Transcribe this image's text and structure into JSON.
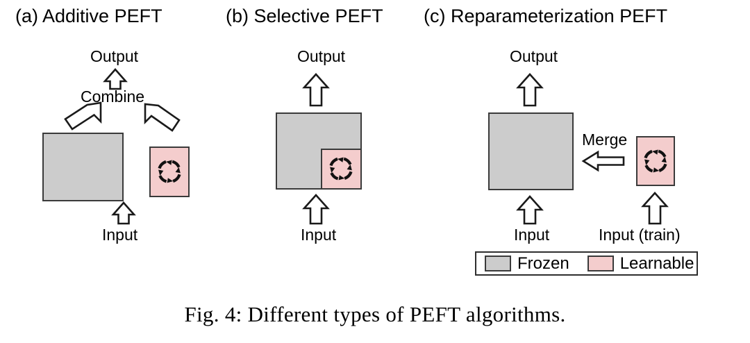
{
  "figure": {
    "caption": "Fig. 4: Different types of PEFT algorithms.",
    "background_color": "#ffffff",
    "frozen_color": "#cccccc",
    "learnable_color": "#f4cdcd",
    "outline_color": "#3a3a3a"
  },
  "panels": [
    {
      "id": "a",
      "title": "(a) Additive PEFT",
      "labels": {
        "output": "Output",
        "combine": "Combine",
        "input": "Input"
      },
      "blocks": [
        {
          "name": "frozen-block",
          "type": "frozen"
        },
        {
          "name": "learnable-block",
          "type": "learnable",
          "icon": "circular-arrows-icon"
        }
      ],
      "arrows": [
        {
          "name": "output-arrow",
          "direction": "up"
        },
        {
          "name": "combine-arrow-left",
          "direction": "up-right"
        },
        {
          "name": "combine-arrow-right",
          "direction": "up-left"
        },
        {
          "name": "input-arrow",
          "direction": "up"
        }
      ]
    },
    {
      "id": "b",
      "title": "(b) Selective PEFT",
      "labels": {
        "output": "Output",
        "input": "Input"
      },
      "blocks": [
        {
          "name": "frozen-block",
          "type": "frozen"
        },
        {
          "name": "learnable-sub-block",
          "type": "learnable",
          "icon": "circular-arrows-icon"
        }
      ],
      "arrows": [
        {
          "name": "output-arrow",
          "direction": "up"
        },
        {
          "name": "input-arrow",
          "direction": "up"
        }
      ]
    },
    {
      "id": "c",
      "title": "(c) Reparameterization PEFT",
      "labels": {
        "output": "Output",
        "merge": "Merge",
        "input": "Input",
        "input_train": "Input (train)"
      },
      "blocks": [
        {
          "name": "frozen-block",
          "type": "frozen"
        },
        {
          "name": "learnable-block",
          "type": "learnable",
          "icon": "circular-arrows-icon"
        }
      ],
      "arrows": [
        {
          "name": "output-arrow",
          "direction": "up"
        },
        {
          "name": "merge-arrow",
          "direction": "left"
        },
        {
          "name": "input-arrow",
          "direction": "up"
        },
        {
          "name": "input-train-arrow",
          "direction": "up"
        }
      ]
    }
  ],
  "legend": {
    "items": [
      {
        "label": "Frozen",
        "swatch": "frozen",
        "color": "#cccccc"
      },
      {
        "label": "Learnable",
        "swatch": "learnable",
        "color": "#f4cdcd"
      }
    ]
  }
}
